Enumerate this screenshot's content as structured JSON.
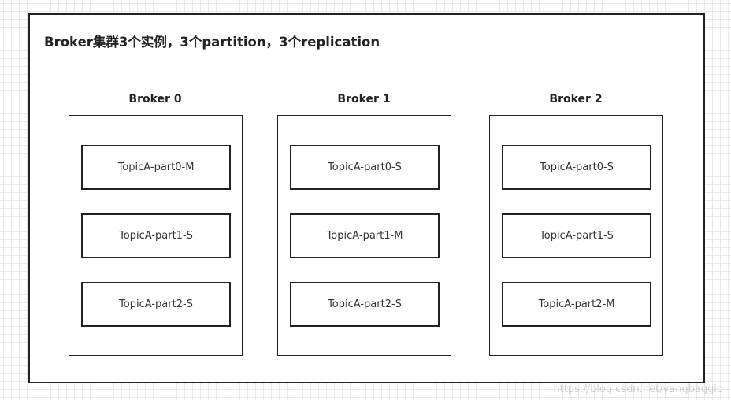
{
  "diagram": {
    "title": "Broker集群3个实例，3个partition，3个replication",
    "brokers": [
      {
        "label": "Broker 0",
        "partitions": [
          "TopicA-part0-M",
          "TopicA-part1-S",
          "TopicA-part2-S"
        ]
      },
      {
        "label": "Broker 1",
        "partitions": [
          "TopicA-part0-S",
          "TopicA-part1-M",
          "TopicA-part2-S"
        ]
      },
      {
        "label": "Broker 2",
        "partitions": [
          "TopicA-part0-S",
          "TopicA-part1-S",
          "TopicA-part2-M"
        ]
      }
    ]
  },
  "watermark": "https://blog.csdn.net/yangbaggio"
}
